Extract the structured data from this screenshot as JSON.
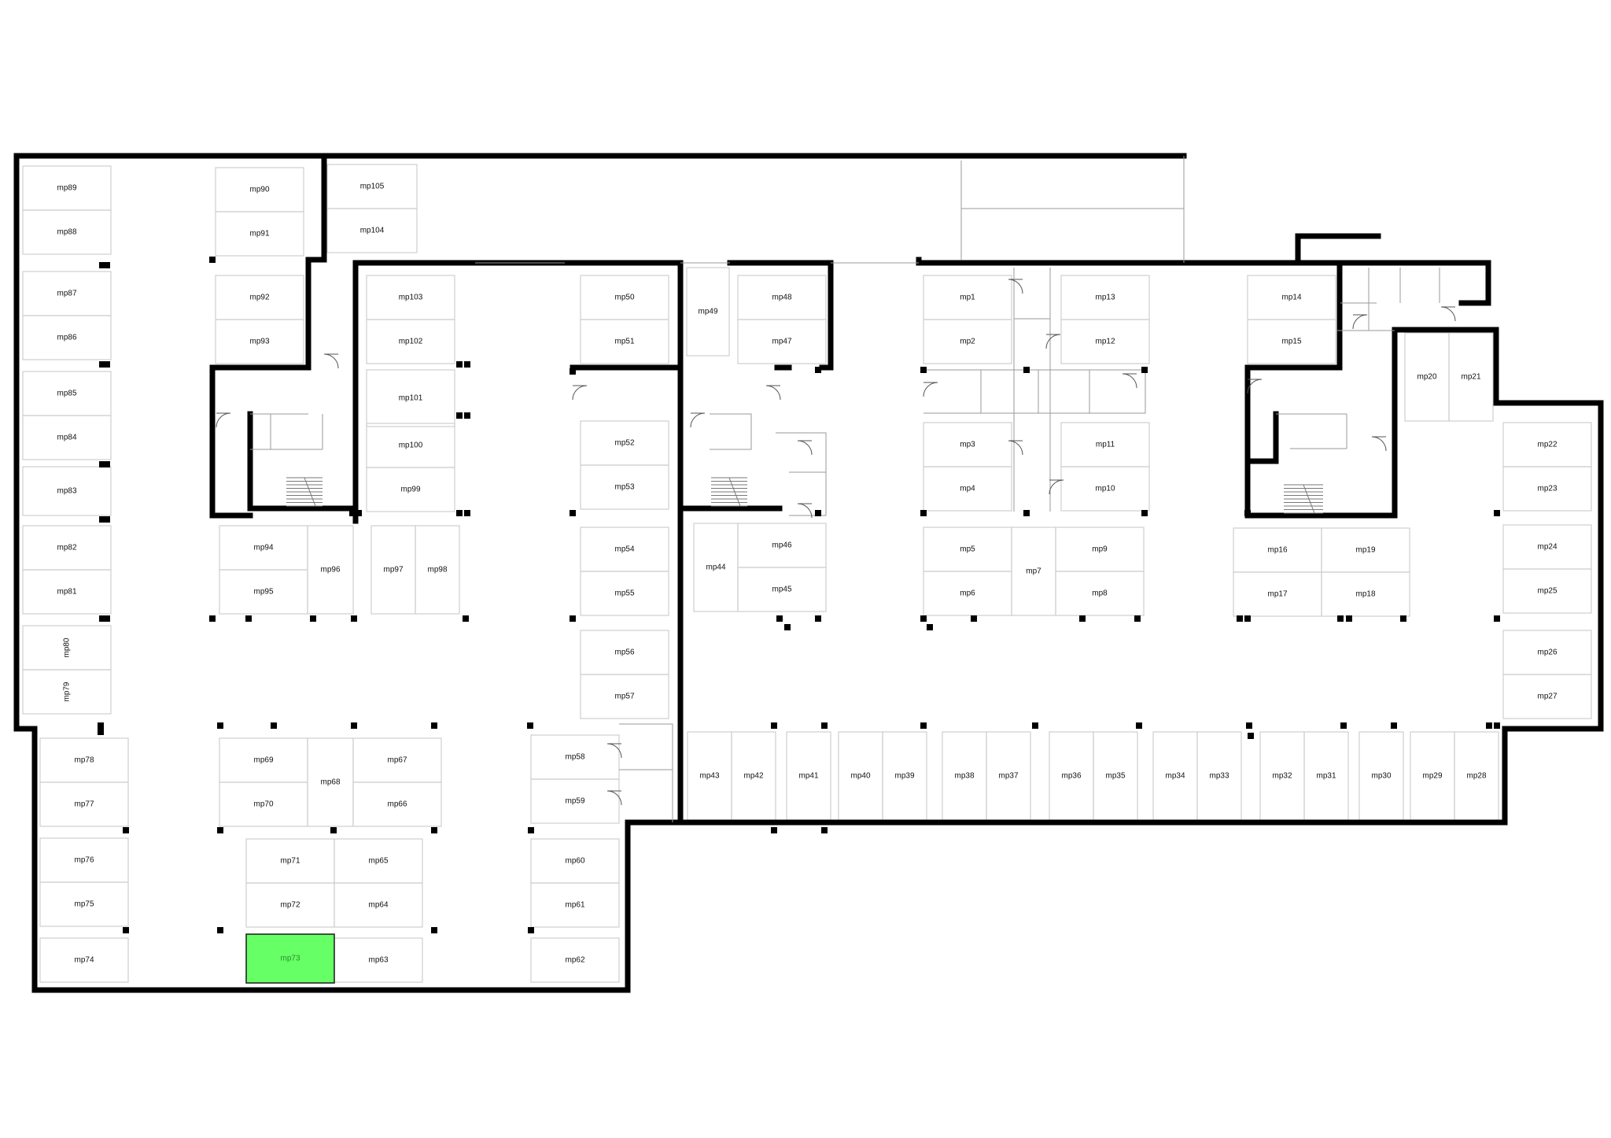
{
  "floorplan": {
    "selected_spot": "mp73",
    "highlight_color": "#66ff66",
    "spots": [
      "mp1",
      "mp2",
      "mp3",
      "mp4",
      "mp5",
      "mp6",
      "mp7",
      "mp8",
      "mp9",
      "mp10",
      "mp11",
      "mp12",
      "mp13",
      "mp14",
      "mp15",
      "mp16",
      "mp17",
      "mp18",
      "mp19",
      "mp20",
      "mp21",
      "mp22",
      "mp23",
      "mp24",
      "mp25",
      "mp26",
      "mp27",
      "mp28",
      "mp29",
      "mp30",
      "mp31",
      "mp32",
      "mp33",
      "mp34",
      "mp35",
      "mp36",
      "mp37",
      "mp38",
      "mp39",
      "mp40",
      "mp41",
      "mp42",
      "mp43",
      "mp44",
      "mp45",
      "mp46",
      "mp47",
      "mp48",
      "mp49",
      "mp50",
      "mp51",
      "mp52",
      "mp53",
      "mp54",
      "mp55",
      "mp56",
      "mp57",
      "mp58",
      "mp59",
      "mp60",
      "mp61",
      "mp62",
      "mp63",
      "mp64",
      "mp65",
      "mp66",
      "mp67",
      "mp68",
      "mp69",
      "mp70",
      "mp71",
      "mp72",
      "mp73",
      "mp74",
      "mp75",
      "mp76",
      "mp77",
      "mp78",
      "mp79",
      "mp80",
      "mp81",
      "mp82",
      "mp83",
      "mp84",
      "mp85",
      "mp86",
      "mp87",
      "mp88",
      "mp89",
      "mp90",
      "mp91",
      "mp92",
      "mp93",
      "mp94",
      "mp95",
      "mp96",
      "mp97",
      "mp98",
      "mp99",
      "mp100",
      "mp101",
      "mp102",
      "mp103",
      "mp104",
      "mp105"
    ]
  }
}
